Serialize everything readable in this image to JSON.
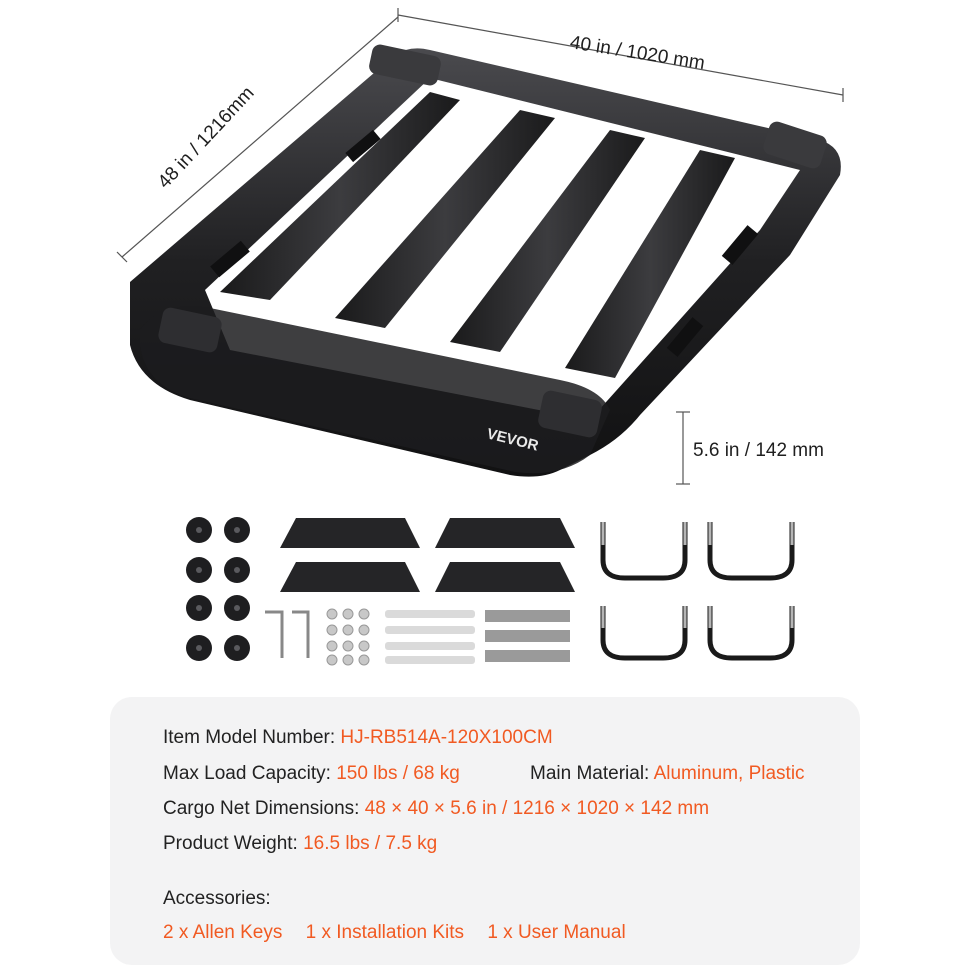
{
  "dimensions": {
    "width": "40 in / 1020 mm",
    "length": "48 in / 1216mm",
    "height": "5.6 in / 142 mm"
  },
  "brand": {
    "logo_text": "VEVOR"
  },
  "specs": {
    "model": {
      "label": "Item Model Number:",
      "value": "HJ-RB514A-120X100CM"
    },
    "load": {
      "label": "Max Load Capacity:",
      "value": "150 lbs / 68 kg"
    },
    "material": {
      "label": "Main Material:",
      "value": "Aluminum, Plastic"
    },
    "net_dims": {
      "label": "Cargo Net Dimensions:",
      "value": "48 × 40 × 5.6 in / 1216 × 1020 × 142 mm"
    },
    "weight": {
      "label": "Product Weight:",
      "value": "16.5 lbs / 7.5 kg"
    }
  },
  "accessories": {
    "heading": "Accessories:",
    "items": [
      "2 x Allen Keys",
      "1 x Installation Kits",
      "1 x User Manual"
    ]
  },
  "colors": {
    "accent": "#f15a22",
    "panel": "#f3f3f4",
    "rack": "#2a2a2c"
  }
}
